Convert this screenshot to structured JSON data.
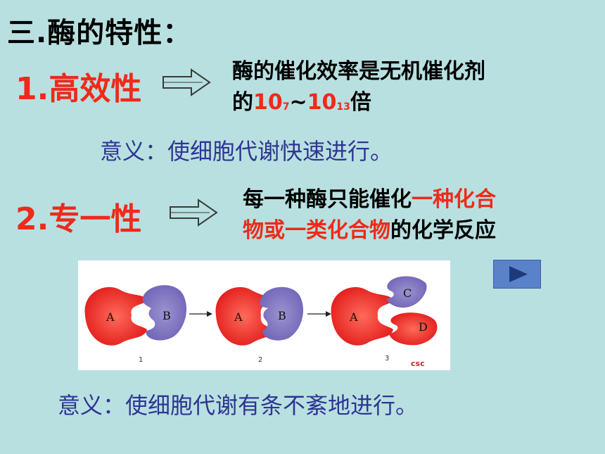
{
  "title": "三.酶的特性：",
  "section1": {
    "heading": "1.高效性",
    "desc_line1": "酶的催化效率是无机催化剂",
    "desc_pre": "的",
    "exp_base1": "10",
    "exp_power1": "7",
    "tilde": "~",
    "exp_base2": "10",
    "exp_power2": "13",
    "desc_post": "倍",
    "meaning": "意义：使细胞代谢快速进行。"
  },
  "section2": {
    "heading": "2.专一性",
    "desc_part1": "每一种酶只能催化",
    "desc_highlight1": "一种化合",
    "desc_highlight2": "物或一类化合物",
    "desc_part2": "的化学反应",
    "meaning": "意义：使细胞代谢有条不紊地进行。"
  },
  "diagram": {
    "labels": {
      "a": "A",
      "b": "B",
      "c": "C",
      "d": "D"
    },
    "step_numbers": [
      "1",
      "2",
      "3"
    ],
    "credit": "csc"
  },
  "colors": {
    "background": "#b9e0e0",
    "accent_red": "#ee2a1a",
    "meaning_blue": "#2e3592",
    "play_button": "#5a82c8"
  }
}
